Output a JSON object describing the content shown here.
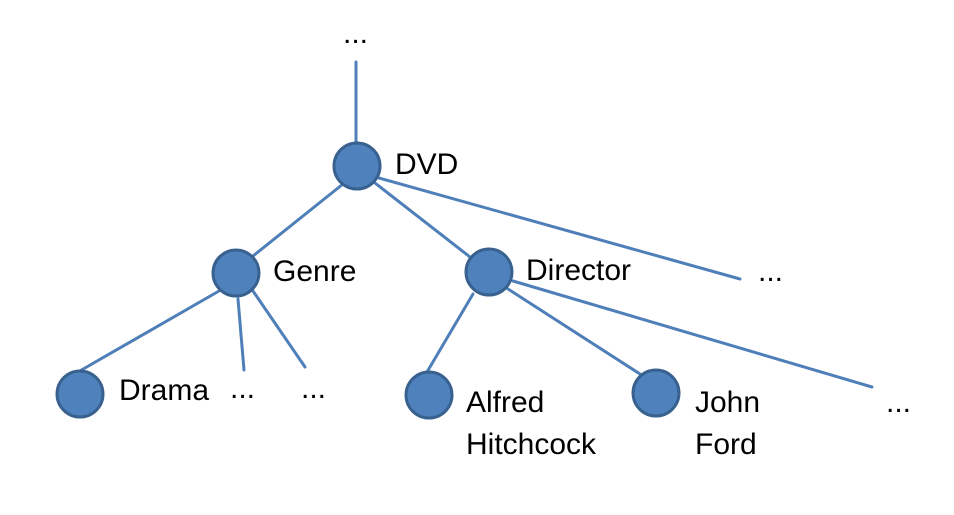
{
  "diagram": {
    "nodes": {
      "root_ellipsis": {
        "label": "..."
      },
      "dvd": {
        "label": "DVD"
      },
      "dvd_more": {
        "label": "..."
      },
      "genre": {
        "label": "Genre"
      },
      "director": {
        "label": "Director"
      },
      "drama": {
        "label": "Drama"
      },
      "genre_more_1": {
        "label": "..."
      },
      "genre_more_2": {
        "label": "..."
      },
      "alfred_hitchcock": {
        "label_line1": "Alfred",
        "label_line2": "Hitchcock"
      },
      "john_ford": {
        "label_line1": "John",
        "label_line2": "Ford"
      },
      "director_more": {
        "label": "..."
      }
    },
    "edges": [
      [
        "root_ellipsis",
        "dvd"
      ],
      [
        "dvd",
        "genre"
      ],
      [
        "dvd",
        "director"
      ],
      [
        "dvd",
        "dvd_more"
      ],
      [
        "genre",
        "drama"
      ],
      [
        "genre",
        "genre_more_1"
      ],
      [
        "genre",
        "genre_more_2"
      ],
      [
        "director",
        "alfred_hitchcock"
      ],
      [
        "director",
        "john_ford"
      ],
      [
        "director",
        "director_more"
      ]
    ],
    "colors": {
      "node_fill": "#4f81bd",
      "node_stroke": "#38618f",
      "edge": "#4f7fb8",
      "text": "#000000"
    }
  }
}
